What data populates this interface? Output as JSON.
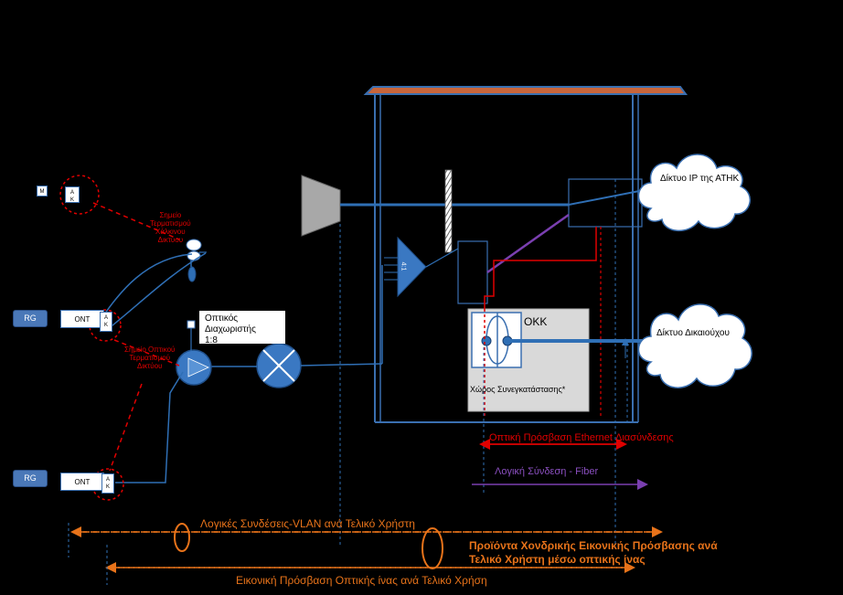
{
  "labels": {
    "copper_point": "Σημείο\nΤερματισμού\nΧάλκινου\nΔικτύου",
    "optical_point": "Σημείο Οπτικού\nΤερματισμού\nΔικτύου",
    "splitter": "Οπτικός\nΔιαχωριστής\n1:8",
    "okk": "ΟΚΚ",
    "colocation": "Χώρος Συνεγκατάστασης*",
    "cloud_ip": "Δίκτυο IP της ΑΤΗΚ",
    "cloud_operator": "Δίκτυο Δικαιούχου",
    "ethernet_access": "Οπτική Πρόσβαση Ethernet  Διασύνδεσης",
    "logical_fiber": "Λογική Σύνδεση - Fiber",
    "vlan": "Λογικές Συνδέσεις-VLAN ανά Τελικό Χρήστη",
    "wholesale_product": "Προϊόντα Χονδρικής Εικονικής Πρόσβασης ανά\nΤελικό Χρήστη μέσω οπτικής ίνας",
    "virtual_access": "Εικονική Πρόσβαση Οπτικής ίνας ανά Τελικό Χρήση",
    "olt_ratio": "4:1"
  },
  "devices": {
    "m_box": "M",
    "ak_top": "A\nK",
    "rg_1": "RG",
    "ont_1": "ONT",
    "ak_1": "A\nK",
    "rg_2": "RG",
    "ont_2": "ONT",
    "ak_2": "A\nK"
  },
  "colors": {
    "background": "#000000",
    "fiber_blue": "#2f6fb5",
    "dashed_red": "#e00000",
    "violet": "#7a3fb0",
    "orange": "#e8731a",
    "roof": "#c8653a",
    "grey_device": "#a8a8a8"
  }
}
